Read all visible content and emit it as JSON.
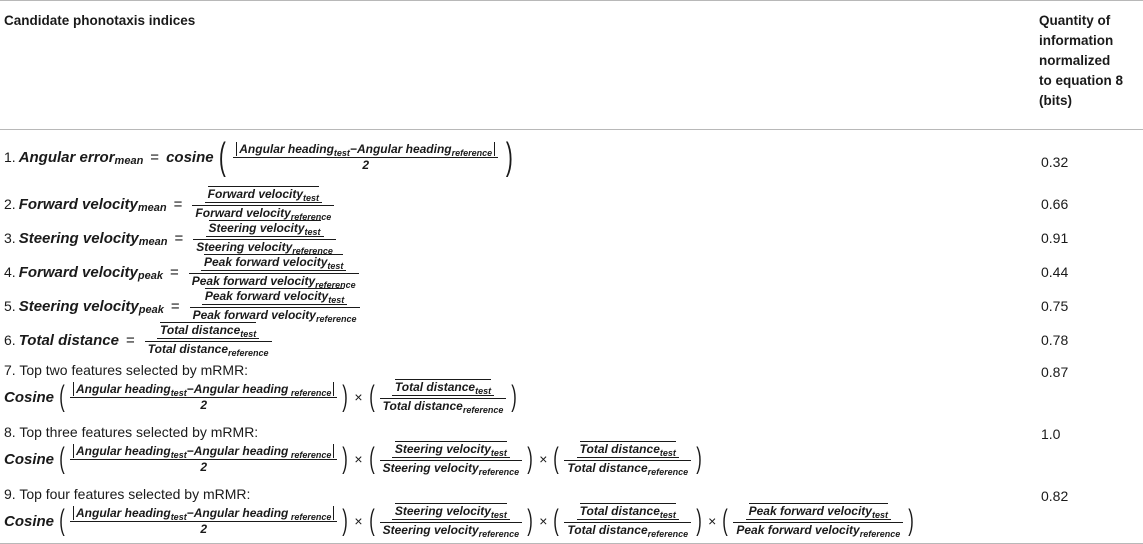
{
  "header": {
    "col1": "Candidate phonotaxis indices",
    "col2": "Quantity of\ninformation\nnormalized\nto equation 8\n(bits)"
  },
  "rows": [
    {
      "num": "1.",
      "lhs": "Angular error",
      "lhs_sub": "mean",
      "fn": "cosine",
      "numer_a": "Angular heading",
      "numer_a_sub": "test",
      "minus": "−",
      "numer_b": "Angular heading",
      "numer_b_sub": "reference",
      "denom": "2",
      "value": "0.32"
    },
    {
      "num": "2.",
      "lhs": "Forward velocity",
      "lhs_sub": "mean",
      "numer": "Forward velocity",
      "numer_sub": "test",
      "denom": "Forward velocity",
      "denom_sub": "reference",
      "value": "0.66"
    },
    {
      "num": "3.",
      "lhs": "Steering velocity",
      "lhs_sub": "mean",
      "numer": "Steering velocity",
      "numer_sub": "test",
      "denom": "Steering velocity",
      "denom_sub": "reference",
      "value": "0.91"
    },
    {
      "num": "4.",
      "lhs": "Forward velocity",
      "lhs_sub": "peak",
      "numer": "Peak forward velocity",
      "numer_sub": "test",
      "denom": "Peak forward velocity",
      "denom_sub": "reference",
      "value": "0.44"
    },
    {
      "num": "5.",
      "lhs": "Steering velocity",
      "lhs_sub": "peak",
      "numer": "Peak forward velocity",
      "numer_sub": "test",
      "denom": "Peak forward velocity",
      "denom_sub": "reference",
      "value": "0.75"
    },
    {
      "num": "6.",
      "lhs": "Total distance",
      "lhs_sub": "",
      "numer": "Total distance",
      "numer_sub": "test",
      "denom": "Total distance",
      "denom_sub": "reference",
      "value": "0.78"
    },
    {
      "label": "7. Top two features selected by mRMR:",
      "value": "0.87"
    },
    {
      "label": "8. Top three features selected by mRMR:",
      "value": "1.0"
    },
    {
      "label": "9. Top four features selected by mRMR:",
      "value": "0.82"
    }
  ],
  "terms": {
    "cosine": "Cosine",
    "times": "×",
    "equals": "=",
    "ang_a": "Angular heading",
    "ang_b": "Angular heading",
    "test": "test",
    "ref_spaced": " reference",
    "reference": "reference",
    "two": "2",
    "total": "Total distance",
    "steer": "Steering velocity",
    "peak": "Peak forward velocity",
    "minus": "−"
  }
}
